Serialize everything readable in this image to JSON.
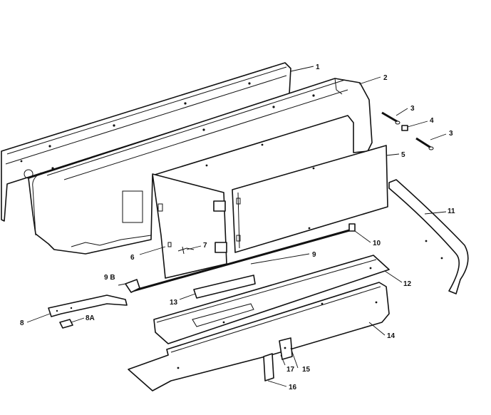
{
  "callouts": {
    "c1": "1",
    "c2": "2",
    "c3a": "3",
    "c4": "4",
    "c3b": "3",
    "c5": "5",
    "c6": "6",
    "c7": "7",
    "c8": "8",
    "c8a": "8A",
    "c9": "9",
    "c9b": "9 B",
    "c10": "10",
    "c11": "11",
    "c12": "12",
    "c13": "13",
    "c14": "14",
    "c15": "15",
    "c16": "16",
    "c17": "17"
  }
}
